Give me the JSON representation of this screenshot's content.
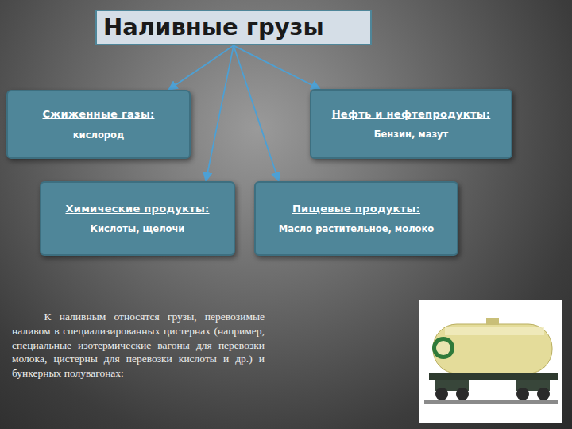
{
  "diagram": {
    "nodes": [
      {
        "text": [
          "Наливные грузы"
        ]
      },
      {
        "text": [
          "Сжиженные газы:",
          "кислород"
        ]
      },
      {
        "text": [
          "Нефть и нефтепродукты:",
          "Бензин, мазут"
        ]
      },
      {
        "text": [
          "Химические продукты:",
          "Кислоты, щелочи"
        ]
      },
      {
        "text": [
          "Пищевые продукты:",
          "Масло растительное, молоко"
        ]
      }
    ],
    "edges": [
      {
        "from": 0,
        "to": 1,
        "arrow": "to"
      },
      {
        "from": 0,
        "to": 2,
        "arrow": "to"
      },
      {
        "from": 0,
        "to": 3,
        "arrow": "to"
      },
      {
        "from": 0,
        "to": 4,
        "arrow": "to"
      }
    ],
    "labels": [
      "К наливным относятся грузы, перевозимые наливом в специализированных цистернах (например, специальные изотермические вагоны для перевозки молока, цистерны для перевозки кислоты и др.) и бункерных полувагонах:"
    ]
  }
}
